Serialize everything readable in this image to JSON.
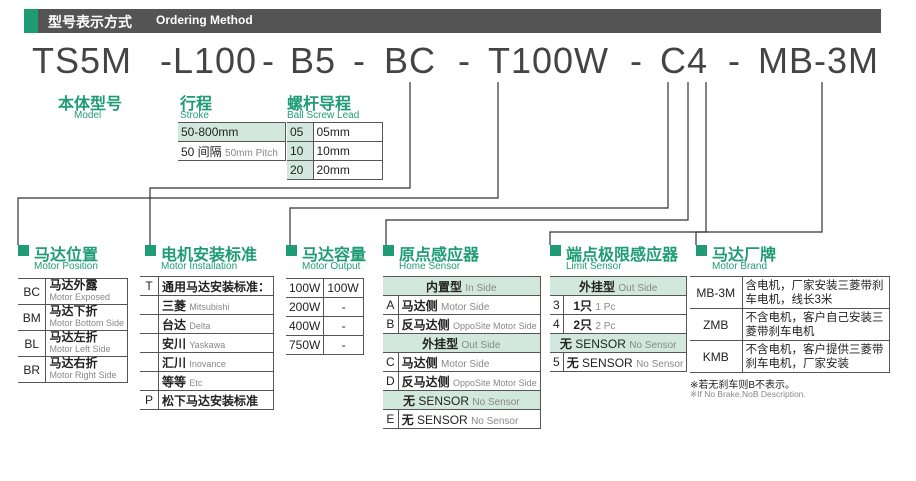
{
  "header": {
    "title_cn": "型号表示方式",
    "title_en": "Ordering Method"
  },
  "code": {
    "parts": [
      {
        "text": "TS5M"
      },
      {
        "text": "-L100"
      },
      {
        "text": "-"
      },
      {
        "text": "B5"
      },
      {
        "text": "-"
      },
      {
        "text": "BC"
      },
      {
        "text": "-"
      },
      {
        "text": "T100W"
      },
      {
        "text": "-"
      },
      {
        "text": "C4"
      },
      {
        "text": "-"
      },
      {
        "text": "MB-3M"
      }
    ]
  },
  "model": {
    "cn": "本体型号",
    "en": "Model"
  },
  "stroke": {
    "cn": "行程",
    "en": "Stroke",
    "rows": [
      "50-800mm"
    ],
    "pitch_cn": "50 间隔",
    "pitch_en": "50mm Pitch"
  },
  "lead": {
    "cn": "螺杆导程",
    "en": "Ball Screw Lead",
    "rows": [
      {
        "code": "05",
        "value": "05mm"
      },
      {
        "code": "10",
        "value": "10mm"
      },
      {
        "code": "20",
        "value": "20mm"
      }
    ]
  },
  "motor_position": {
    "cn": "马达位置",
    "en": "Motor Position",
    "rows": [
      {
        "code": "BC",
        "cn": "马达外露",
        "en": "Motor Exposed"
      },
      {
        "code": "BM",
        "cn": "马达下折",
        "en": "Motor Bottom Side"
      },
      {
        "code": "BL",
        "cn": "马达左折",
        "en": "Motor Left Side"
      },
      {
        "code": "BR",
        "cn": "马达右折",
        "en": "Motor Right Side"
      }
    ]
  },
  "motor_install": {
    "cn": "电机安装标准",
    "en": "Motor Installation",
    "t_code": "T",
    "t_label": "通用马达安装标准：",
    "brands": [
      {
        "cn": "三菱",
        "en": "Mitsubishi"
      },
      {
        "cn": "台达",
        "en": "Delta"
      },
      {
        "cn": "安川",
        "en": "Yaskawa"
      },
      {
        "cn": "汇川",
        "en": "Inovance"
      },
      {
        "cn": "等等",
        "en": "Etc"
      }
    ],
    "p_code": "P",
    "p_label": "松下马达安装标准"
  },
  "motor_output": {
    "cn": "马达容量",
    "en": "Motor Output",
    "rows": [
      {
        "code": "100W",
        "value": "100W"
      },
      {
        "code": "200W",
        "value": "-"
      },
      {
        "code": "400W",
        "value": "-"
      },
      {
        "code": "750W",
        "value": "-"
      }
    ]
  },
  "home_sensor": {
    "cn": "原点感应器",
    "en": "Home Sensor",
    "inside": {
      "cn": "内置型",
      "en": "In Side"
    },
    "inside_rows": [
      {
        "code": "A",
        "cn": "马达侧",
        "en": "Motor Side"
      },
      {
        "code": "B",
        "cn": "反马达侧",
        "en": "OppoSite Motor Side"
      }
    ],
    "outside": {
      "cn": "外挂型",
      "en": "Out Side"
    },
    "outside_rows": [
      {
        "code": "C",
        "cn": "马达侧",
        "en": "Motor Side"
      },
      {
        "code": "D",
        "cn": "反马达侧",
        "en": "OppoSite Motor Side"
      }
    ],
    "none_header": {
      "cn": "无",
      "mid": "SENSOR",
      "en": "No Sensor"
    },
    "none_row": {
      "code": "E",
      "cn": "无",
      "mid": "SENSOR",
      "en": "No Sensor"
    }
  },
  "limit_sensor": {
    "cn": "端点极限感应器",
    "en": "Limit Sensor",
    "outside": {
      "cn": "外挂型",
      "en": "Out Side"
    },
    "rows": [
      {
        "code": "3",
        "cn": "1只",
        "en": "1 Pc"
      },
      {
        "code": "4",
        "cn": "2只",
        "en": "2 Pc"
      }
    ],
    "none_header": {
      "cn": "无",
      "mid": "SENSOR",
      "en": "No Sensor"
    },
    "none_row": {
      "code": "5",
      "cn": "无",
      "mid": "SENSOR",
      "en": "No Sensor"
    }
  },
  "motor_brand": {
    "cn": "马达厂牌",
    "en": "Motor Brand",
    "rows": [
      {
        "code": "MB-3M",
        "desc": "含电机，厂家安装三菱带刹车电机，线长3米"
      },
      {
        "code": "ZMB",
        "desc": "不含电机，客户自己安装三菱带刹车电机"
      },
      {
        "code": "KMB",
        "desc": "不含电机，客户提供三菱带刹车电机，厂家安装"
      }
    ],
    "note_cn": "※若无刹车则B不表示。",
    "note_en": "※If No Brake,NoB Description."
  },
  "colors": {
    "accent": "#1f9c74",
    "header_bg": "#545454",
    "cell_bg": "#d2e8de"
  }
}
